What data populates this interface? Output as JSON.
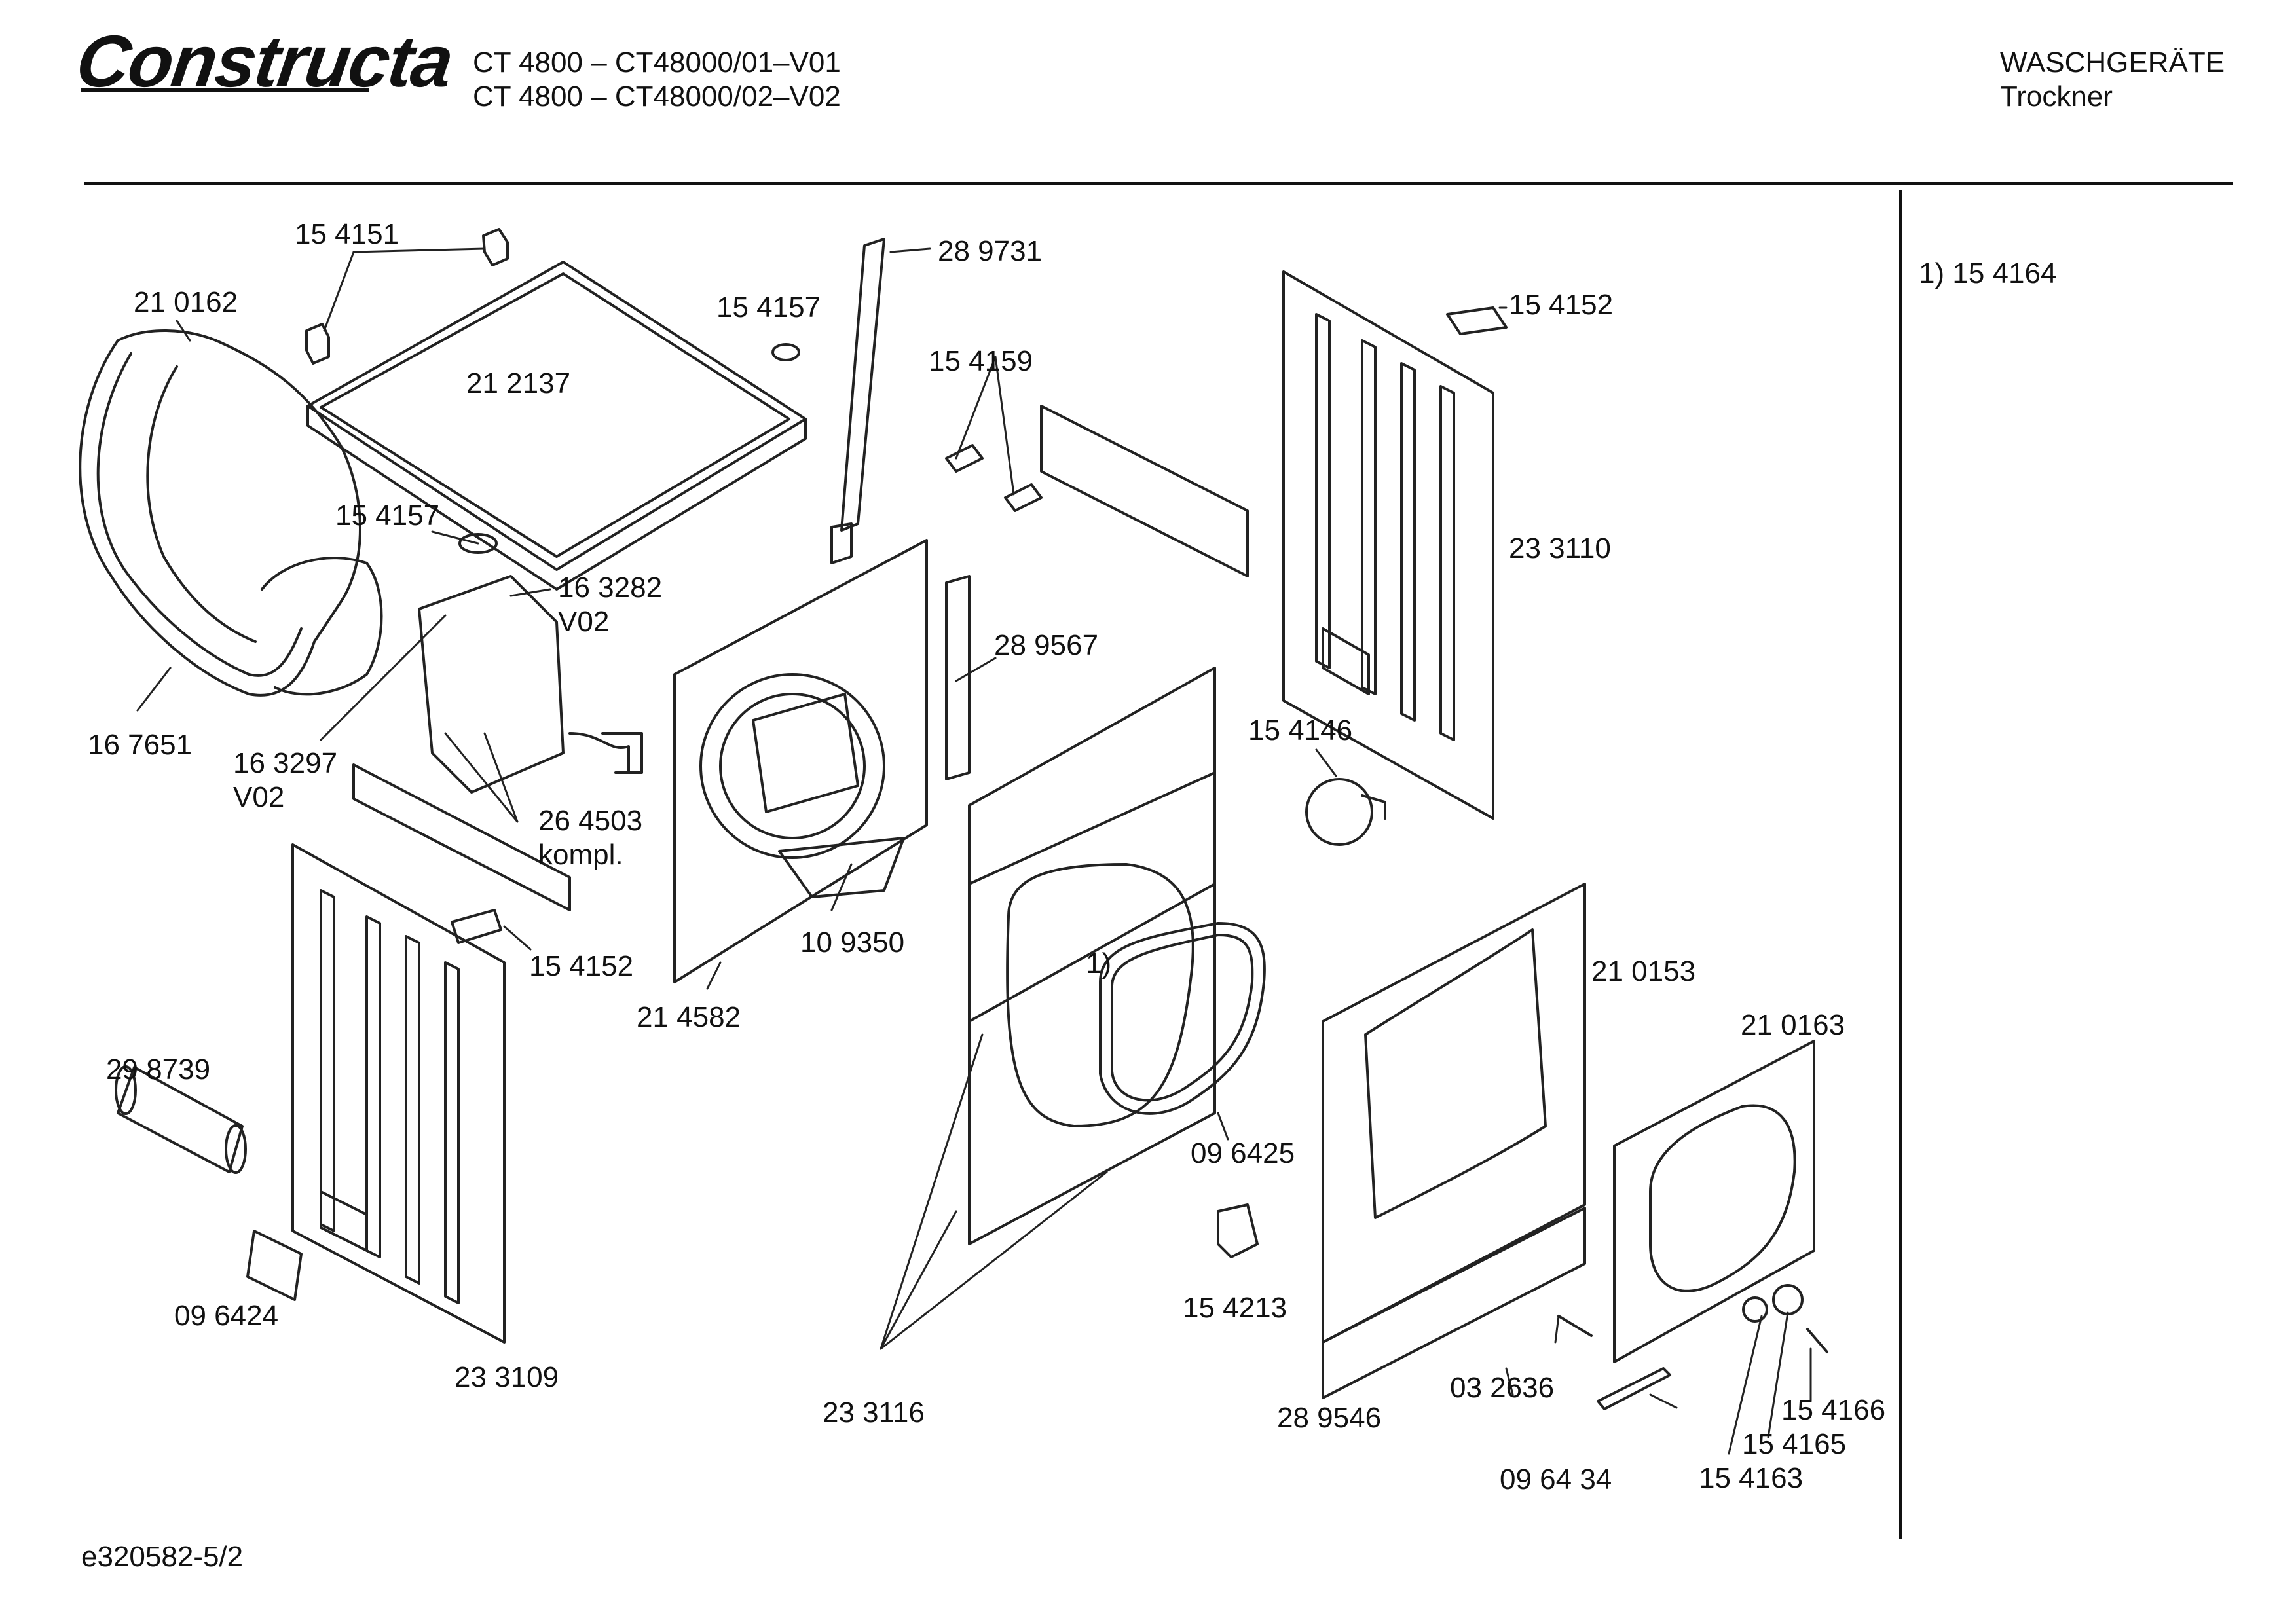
{
  "header": {
    "logo": "Constructa",
    "model_line_1": "CT 4800 – CT48000/01–V01",
    "model_line_2": "CT 4800 – CT48000/02–V02",
    "category": "WASCHGERÄTE",
    "subcategory": "Trockner"
  },
  "side_note": "1)  15 4164",
  "footer_code": "e320582-5/2",
  "parts": [
    {
      "id": "p01",
      "text": "15 4151"
    },
    {
      "id": "p02",
      "text": "21 0162"
    },
    {
      "id": "p03",
      "text": "21 2137"
    },
    {
      "id": "p04",
      "text": "15 4157"
    },
    {
      "id": "p05",
      "text": "28 9731"
    },
    {
      "id": "p06",
      "text": "15 4159"
    },
    {
      "id": "p07",
      "text": "15 4152"
    },
    {
      "id": "p08",
      "text": "23 3110"
    },
    {
      "id": "p09",
      "text": "15 4157"
    },
    {
      "id": "p10",
      "text": "16 3282"
    },
    {
      "id": "p11",
      "text": "V02"
    },
    {
      "id": "p12",
      "text": "28 9567"
    },
    {
      "id": "p13",
      "text": "15 4146"
    },
    {
      "id": "p14",
      "text": "16 7651"
    },
    {
      "id": "p15",
      "text": "16 3297"
    },
    {
      "id": "p16",
      "text": "V02"
    },
    {
      "id": "p17",
      "text": "26 4503"
    },
    {
      "id": "p18",
      "text": "kompl."
    },
    {
      "id": "p19",
      "text": "15 4152"
    },
    {
      "id": "p20",
      "text": "10 9350"
    },
    {
      "id": "p21",
      "text": "21 4582"
    },
    {
      "id": "p22",
      "text": "1)"
    },
    {
      "id": "p23",
      "text": "21 0153"
    },
    {
      "id": "p24",
      "text": "21 0163"
    },
    {
      "id": "p25",
      "text": "29 8739"
    },
    {
      "id": "p26",
      "text": "09 6425"
    },
    {
      "id": "p27",
      "text": "09 6424"
    },
    {
      "id": "p28",
      "text": "15 4213"
    },
    {
      "id": "p29",
      "text": "23 3109"
    },
    {
      "id": "p30",
      "text": "23 3116"
    },
    {
      "id": "p31",
      "text": "03 2636"
    },
    {
      "id": "p32",
      "text": "28 9546"
    },
    {
      "id": "p33",
      "text": "15 4166"
    },
    {
      "id": "p34",
      "text": "15 4165"
    },
    {
      "id": "p35",
      "text": "09 64 34"
    },
    {
      "id": "p36",
      "text": "15 4163"
    }
  ]
}
